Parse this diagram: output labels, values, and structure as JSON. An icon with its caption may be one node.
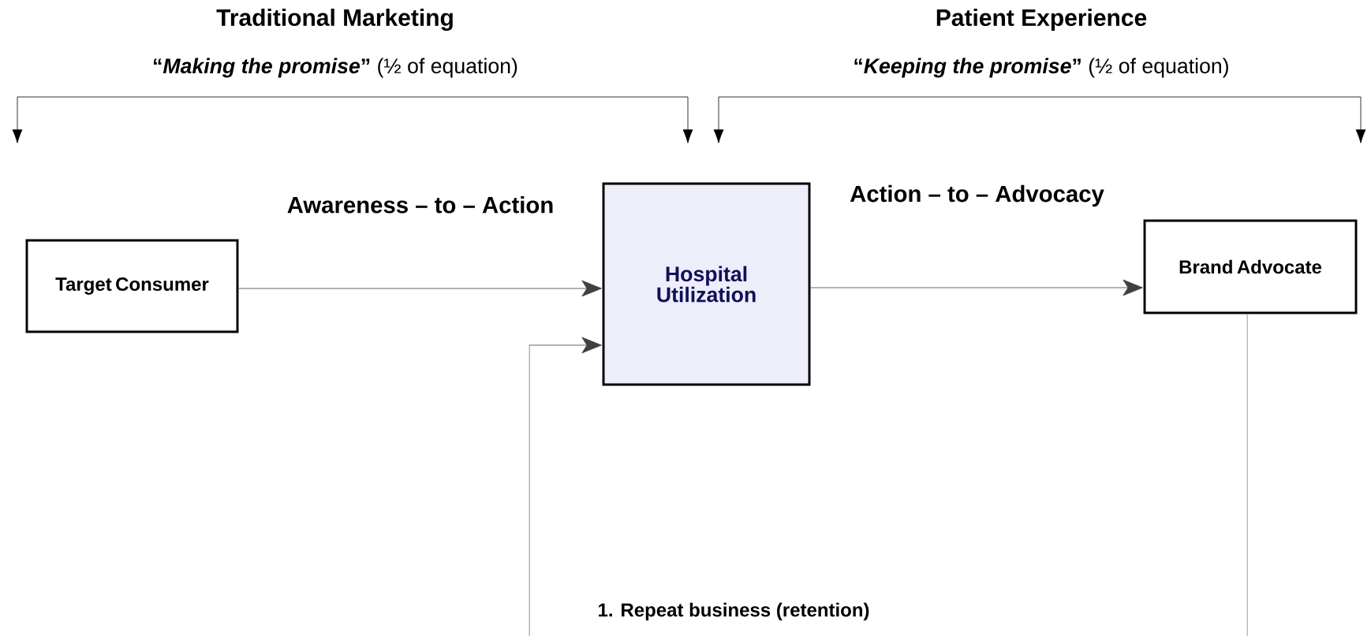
{
  "diagram": {
    "nodes": [
      {
        "text": [
          "Target Consumer"
        ]
      },
      {
        "text": [
          "Hospital Utilization"
        ]
      },
      {
        "text": [
          "Brand Advocate"
        ]
      }
    ],
    "edges": [
      {
        "from": 0,
        "to": 1,
        "arrow": "to",
        "label": "Awareness – to – Action"
      },
      {
        "from": 1,
        "to": 2,
        "arrow": "to",
        "label": "Action – to – Advocacy"
      },
      {
        "from": null,
        "to": 1,
        "arrow": "to"
      },
      {
        "from": 2,
        "to": null,
        "arrow": "none"
      }
    ],
    "labels": [
      "Traditional Marketing",
      "**“*Making the promise*”** (½ of equation)",
      "Patient Experience",
      "**“*Keeping the promise*”** (½ of equation)",
      "1. Repeat business (retention)"
    ]
  }
}
